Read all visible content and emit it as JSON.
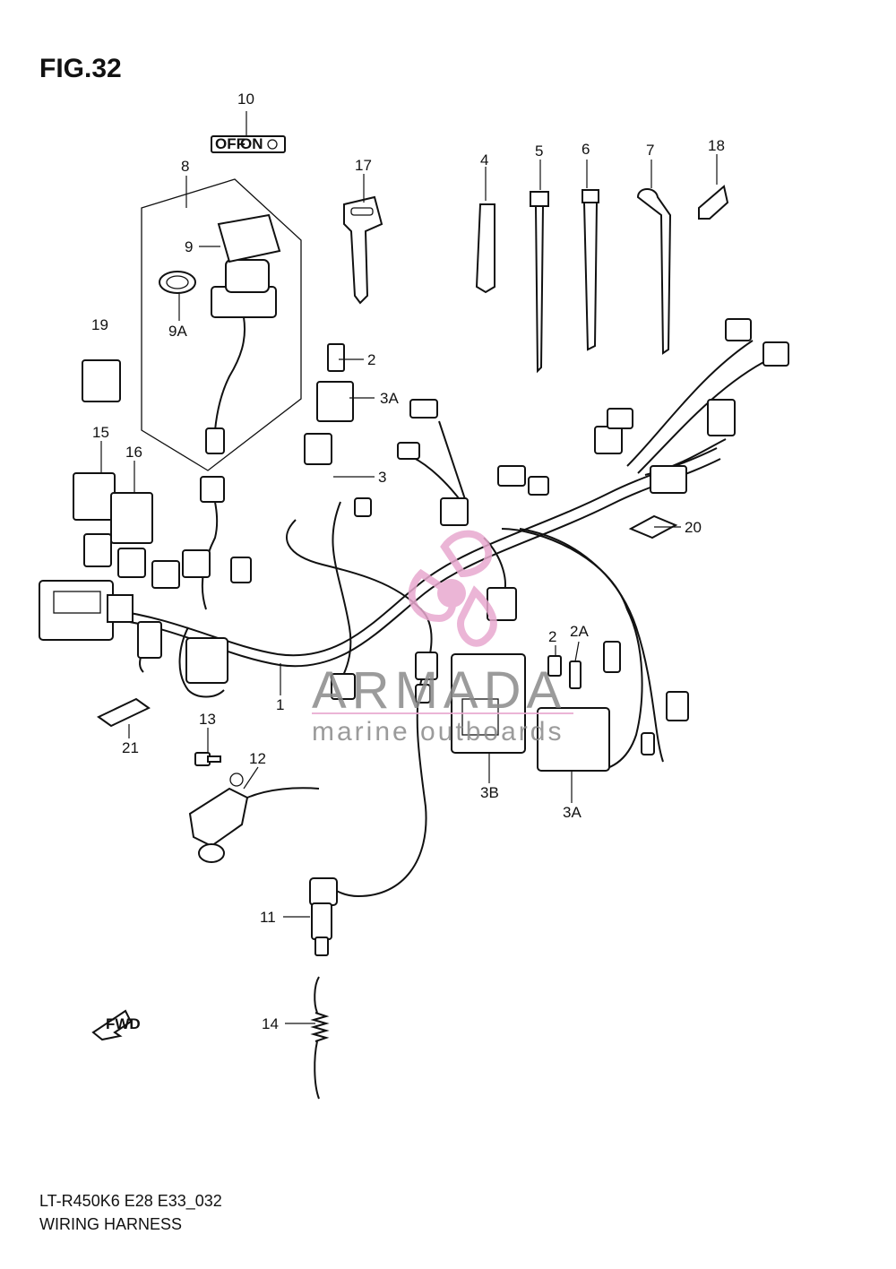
{
  "figure": {
    "title": "FIG.32",
    "model_code": "LT-R450K6 E28 E33_032",
    "name": "WIRING HARNESS"
  },
  "callouts": [
    "10",
    "8",
    "9",
    "9A",
    "17",
    "4",
    "5",
    "6",
    "7",
    "18",
    "19",
    "2",
    "3A",
    "3",
    "15",
    "16",
    "20",
    "1",
    "2",
    "2A",
    "21",
    "13",
    "12",
    "3B",
    "3A",
    "11",
    "14"
  ],
  "switch_decal": {
    "off": "OFF",
    "on": "ON"
  },
  "fwd_arrow": "FWD",
  "watermark": {
    "brand": "ARMADA",
    "tagline": "marine outboards",
    "accent": "#e8a9cf"
  },
  "colors": {
    "ink": "#111111",
    "background": "#ffffff",
    "watermark_text": "#8a8a8a",
    "watermark_logo": "#e8a9cf"
  }
}
